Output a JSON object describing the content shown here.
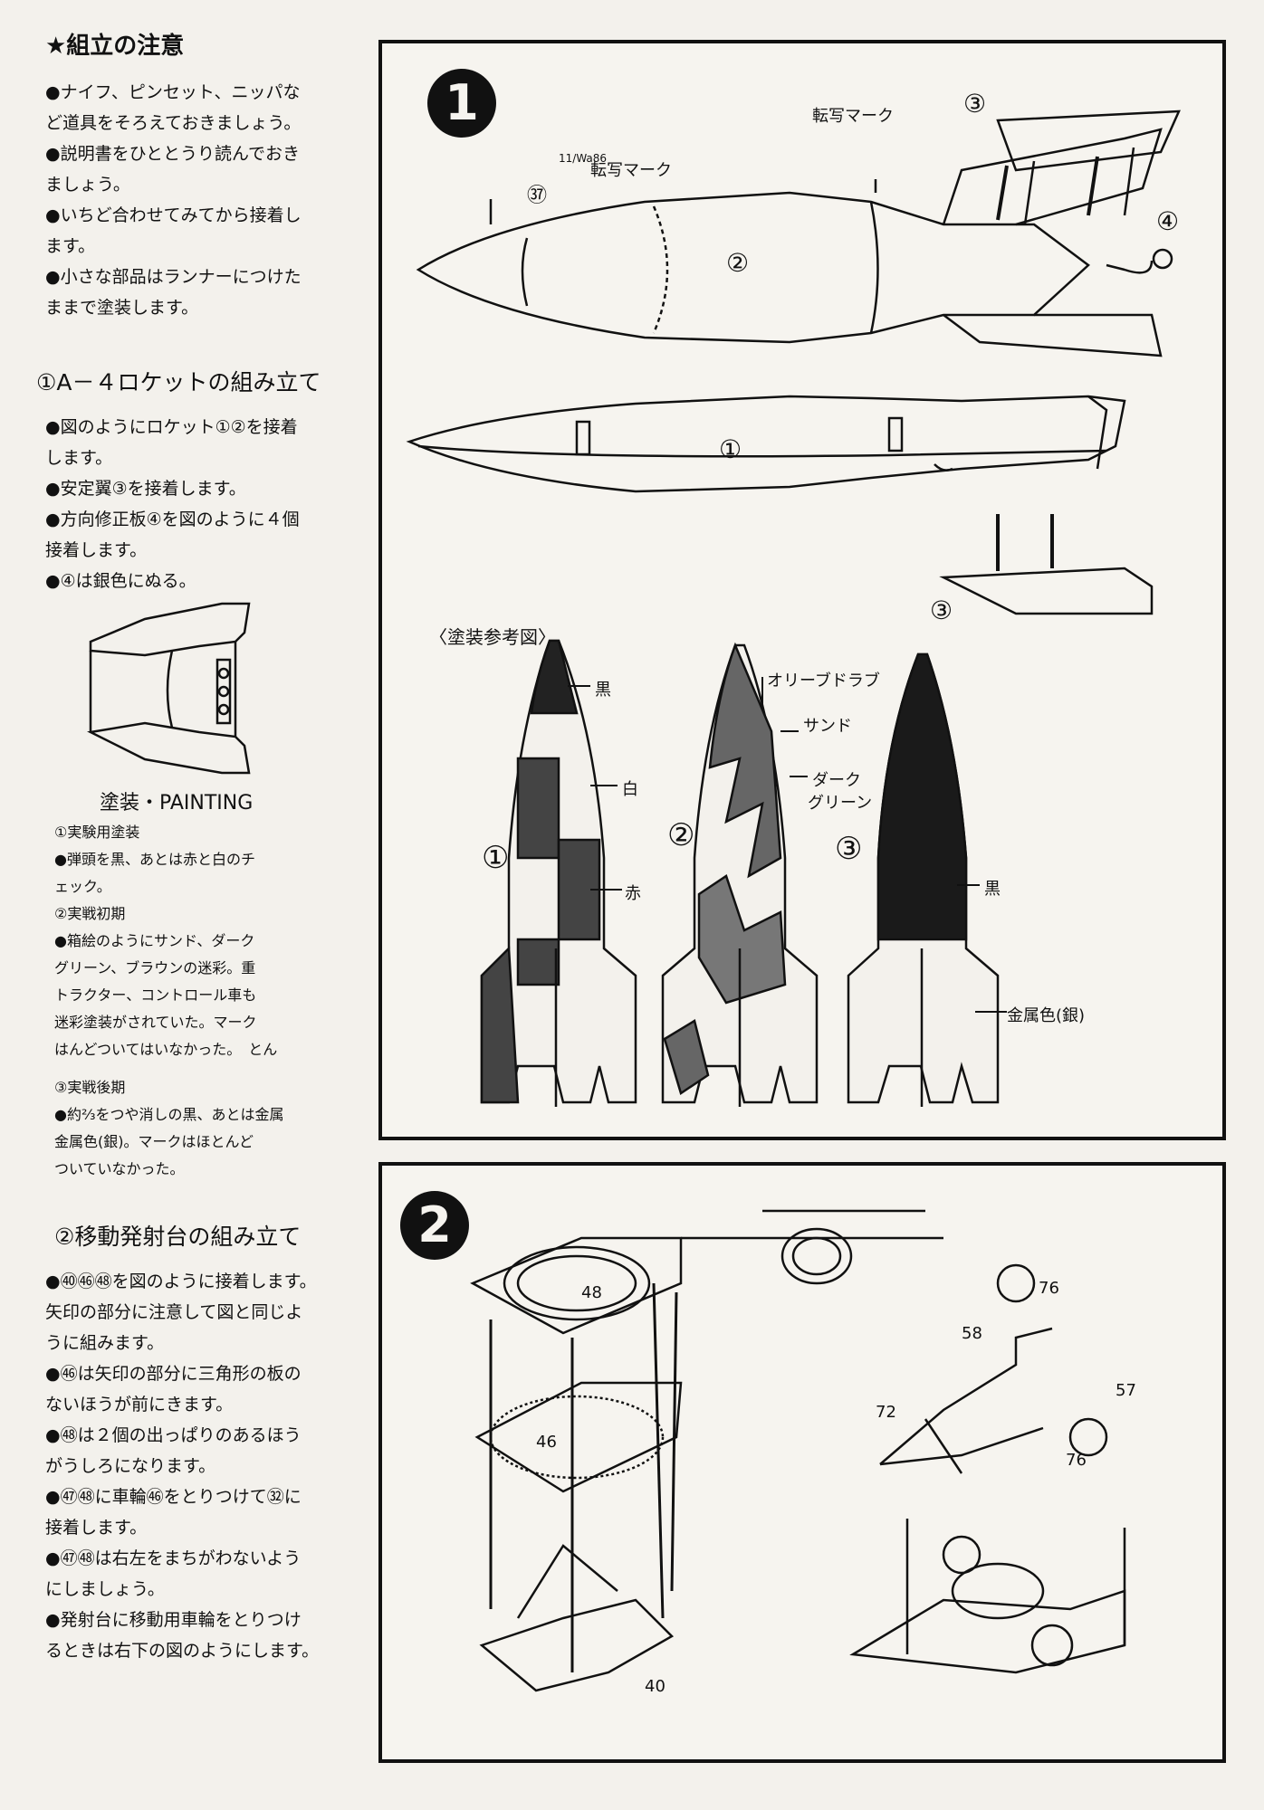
{
  "left": {
    "notes_title": "★組立の注意",
    "notes": [
      "●ナイフ、ピンセット、ニッパな",
      "ど道具をそろえておきましょう。",
      "●説明書をひととうり読んでおき",
      "ましょう。",
      "●いちど合わせてみてから接着し",
      "ます。",
      "●小さな部品はランナーにつけた",
      "ままで塗装します。"
    ],
    "section1_title": "①A－４ロケットの組み立て",
    "section1": [
      "●図のようにロケット①②を接着",
      "します。",
      "●安定翼③を接着します。",
      "●方向修正板④を図のように４個",
      "接着します。",
      "●④は銀色にぬる。"
    ],
    "painting_title": "塗装・PAINTING",
    "painting": [
      "①実験用塗装",
      "●弾頭を黒、あとは赤と白のチ",
      "ェック。",
      "②実戦初期",
      "●箱絵のようにサンド、ダーク",
      "グリーン、ブラウンの迷彩。重",
      "トラクター、コントロール車も",
      "迷彩塗装がされていた。マーク",
      "はんどついてはいなかった。　とん",
      "",
      "③実戦後期",
      "●約⅔をつや消しの黒、あとは金属",
      "金属色(銀)。マークはほとんど",
      "ついていなかった。"
    ],
    "section2_title": "②移動発射台の組み立て",
    "section2": [
      "●㊵㊻㊽を図のように接着します。",
      "矢印の部分に注意して図と同じよ",
      "うに組みます。",
      "●㊻は矢印の部分に三角形の板の",
      "ないほうが前にきます。",
      "●㊽は２個の出っぱりのあるほう",
      "がうしろになります。",
      "●㊼㊽に車輪㊻をとりつけて㉜に",
      "接着します。",
      "●㊼㊽は右左をまちがわないよう",
      "にしましょう。",
      "●発射台に移動用車輪をとりつけ",
      "るときは右下の図のようにします。"
    ]
  },
  "panel1": {
    "step": "1",
    "transfer_mark_1": "転写マーク",
    "transfer_mark_2": "転写マーク",
    "decal_no": "㊲",
    "decal_sub": "11/Wa86",
    "part1": "①",
    "part2": "②",
    "part3a": "③",
    "part3b": "③",
    "part4": "④",
    "paint_ref": "〈塗装参考図〉",
    "black1": "黒",
    "white": "白",
    "red": "赤",
    "olive": "オリーブドラブ",
    "sand": "サンド",
    "dark": "ダーク",
    "green": "グリーン",
    "black2": "黒",
    "metal": "金属色(銀)",
    "v1": "①",
    "v2": "②",
    "v3": "③"
  },
  "panel2": {
    "step": "2",
    "p48": "48",
    "p46": "46",
    "p40": "40",
    "p76a": "76",
    "p76b": "76",
    "p58": "58",
    "p57": "57",
    "p72": "72"
  }
}
